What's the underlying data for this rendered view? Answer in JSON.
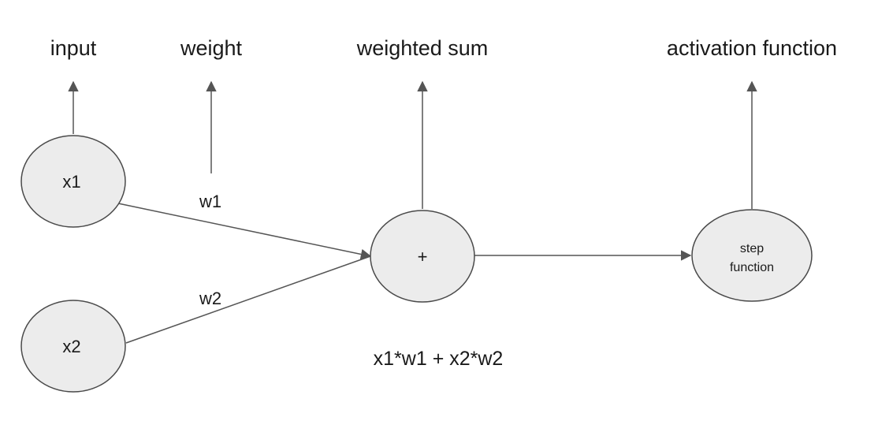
{
  "labels": {
    "input": "input",
    "weight": "weight",
    "weighted_sum": "weighted sum",
    "activation_function": "activation function"
  },
  "nodes": {
    "x1": "x1",
    "x2": "x2",
    "sum": "+",
    "step_line1": "step",
    "step_line2": "function"
  },
  "weights": {
    "w1": "w1",
    "w2": "w2"
  },
  "formula": "x1*w1 + x2*w2",
  "colors": {
    "node_fill": "#ececec",
    "stroke": "#555555"
  }
}
